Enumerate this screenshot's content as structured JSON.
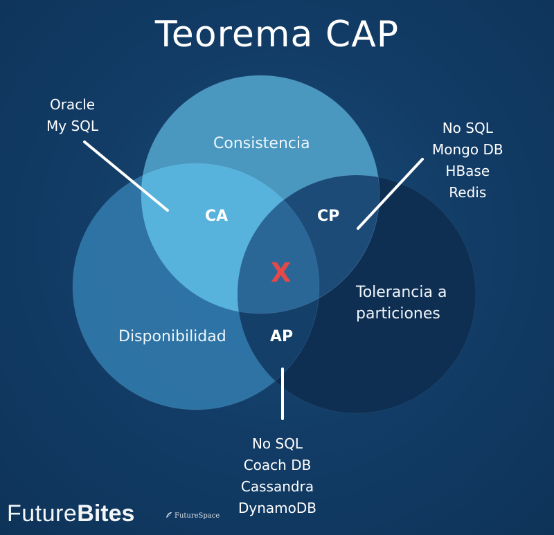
{
  "title": "Teorema CAP",
  "circles": {
    "consistency": "Consistencia",
    "availability": "Disponibilidad",
    "partition_tolerance_line1": "Tolerancia a",
    "partition_tolerance_line2": "particiones"
  },
  "intersections": {
    "ca": "CA",
    "cp": "CP",
    "ap": "AP",
    "center": "X"
  },
  "examples": {
    "ca": [
      "Oracle",
      "My SQL"
    ],
    "cp": [
      "No SQL",
      "Mongo DB",
      "HBase",
      "Redis"
    ],
    "ap": [
      "No SQL",
      "Coach DB",
      "Cassandra",
      "DynamoDB"
    ]
  },
  "branding": {
    "future": "Future",
    "bites": "Bites",
    "futurespace": "FutureSpace"
  },
  "colors": {
    "background": "#113a63",
    "consistency": "#4d9cc4",
    "availability": "#2f76a8",
    "partition_tolerance": "#0f2f52",
    "center_x": "#e64848"
  }
}
